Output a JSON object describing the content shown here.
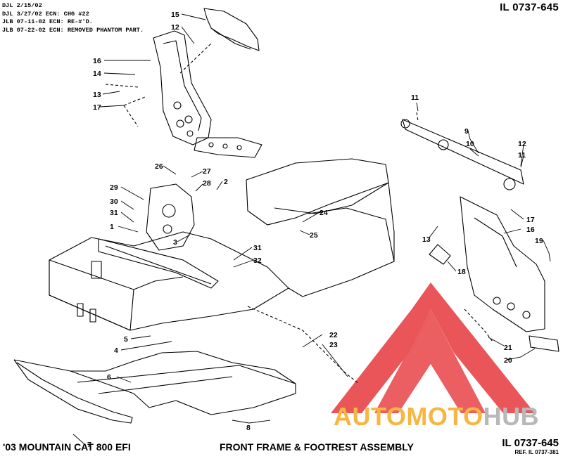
{
  "revision_notes": [
    "DJL 2/15/02",
    "DJL 3/27/02 ECN: CHG #22",
    "JLB 07-11-02 ECN: RE-#'D.",
    "JLB 07-22-02 ECN: REMOVED PHANTOM PART."
  ],
  "illustration_code": "IL 0737-645",
  "reference": "REF. IL 0737-381",
  "model_title": "'03 MOUNTAIN CAT 800 EFI",
  "assembly_title": "FRONT FRAME & FOOTREST ASSEMBLY",
  "watermark": {
    "part1": "AUTOMOTO",
    "part2": "HUB",
    "color_accent": "#e8474a",
    "color_orange": "#f6b642",
    "color_gray": "#b8b8b8"
  },
  "callouts": [
    "1",
    "2",
    "3",
    "4",
    "5",
    "6",
    "7",
    "8",
    "9",
    "10",
    "11",
    "11",
    "12",
    "12",
    "13",
    "13",
    "14",
    "15",
    "16",
    "16",
    "17",
    "17",
    "18",
    "19",
    "20",
    "21",
    "22",
    "23",
    "24",
    "25",
    "26",
    "27",
    "28",
    "29",
    "30",
    "31",
    "31",
    "32"
  ]
}
